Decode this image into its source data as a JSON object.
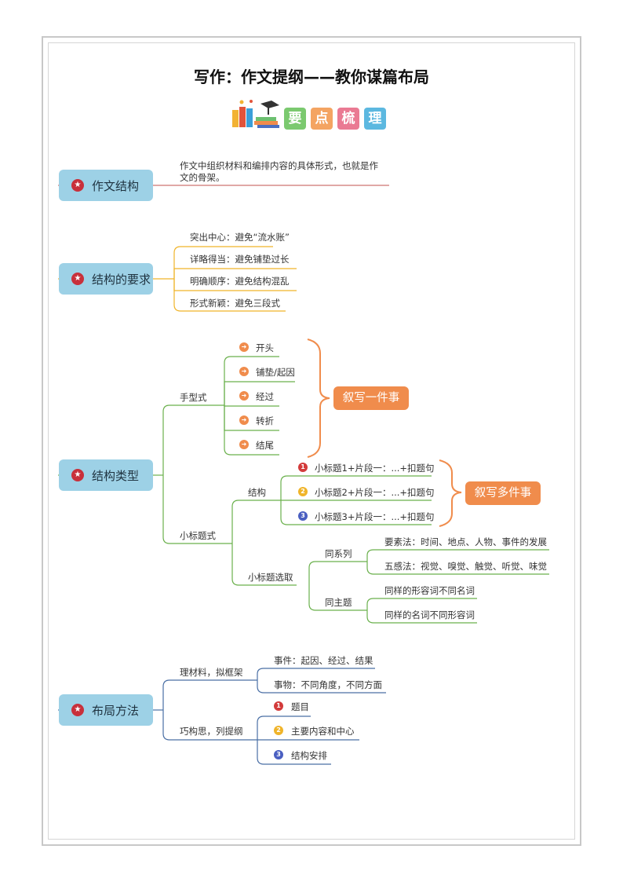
{
  "title": "写作：作文提纲——教你谋篇布局",
  "key_points": [
    "要",
    "点",
    "梳",
    "理"
  ],
  "key_colors": [
    "#7bc96f",
    "#f4a462",
    "#ea7a93",
    "#5cb8e0"
  ],
  "section1": {
    "title": "作文结构",
    "desc_line1": "作文中组织材料和编排内容的具体形式，也就是作",
    "desc_line2": "文的骨架。"
  },
  "section2": {
    "title": "结构的要求",
    "items": [
      "突出中心：避免“流水账”",
      "详略得当：避免铺垫过长",
      "明确顺序：避免结构混乱",
      "形式新颖：避免三段式"
    ]
  },
  "section3": {
    "title": "结构类型",
    "hand": {
      "label": "手型式",
      "items": [
        "开头",
        "铺垫/起因",
        "经过",
        "转折",
        "结尾"
      ],
      "bubble": "叙写一件事"
    },
    "sub": {
      "label": "小标题式",
      "structure_label": "结构",
      "structure_items": [
        "小标题1+片段一：...+扣题句",
        "小标题2+片段一：...+扣题句",
        "小标题3+片段一：...+扣题句"
      ],
      "bubble": "叙写多件事",
      "selection_label": "小标题选取",
      "series_label": "同系列",
      "series_items": [
        "要素法：时间、地点、人物、事件的发展",
        "五感法：视觉、嗅觉、触觉、听觉、味觉"
      ],
      "theme_label": "同主题",
      "theme_items": [
        "同样的形容词不同名词",
        "同样的名词不同形容词"
      ]
    }
  },
  "section4": {
    "title": "布局方法",
    "material": {
      "label": "理材料，拟框架",
      "items": [
        "事件：起因、经过、结果",
        "事物：不同角度，不同方面"
      ]
    },
    "outline": {
      "label": "巧构思，列提纲",
      "items": [
        "题目",
        "主要内容和中心",
        "结构安排"
      ]
    }
  },
  "number_marks": [
    "1",
    "2",
    "3"
  ],
  "number_colors": [
    "#d33b3b",
    "#f0b429",
    "#4a5fc1"
  ]
}
